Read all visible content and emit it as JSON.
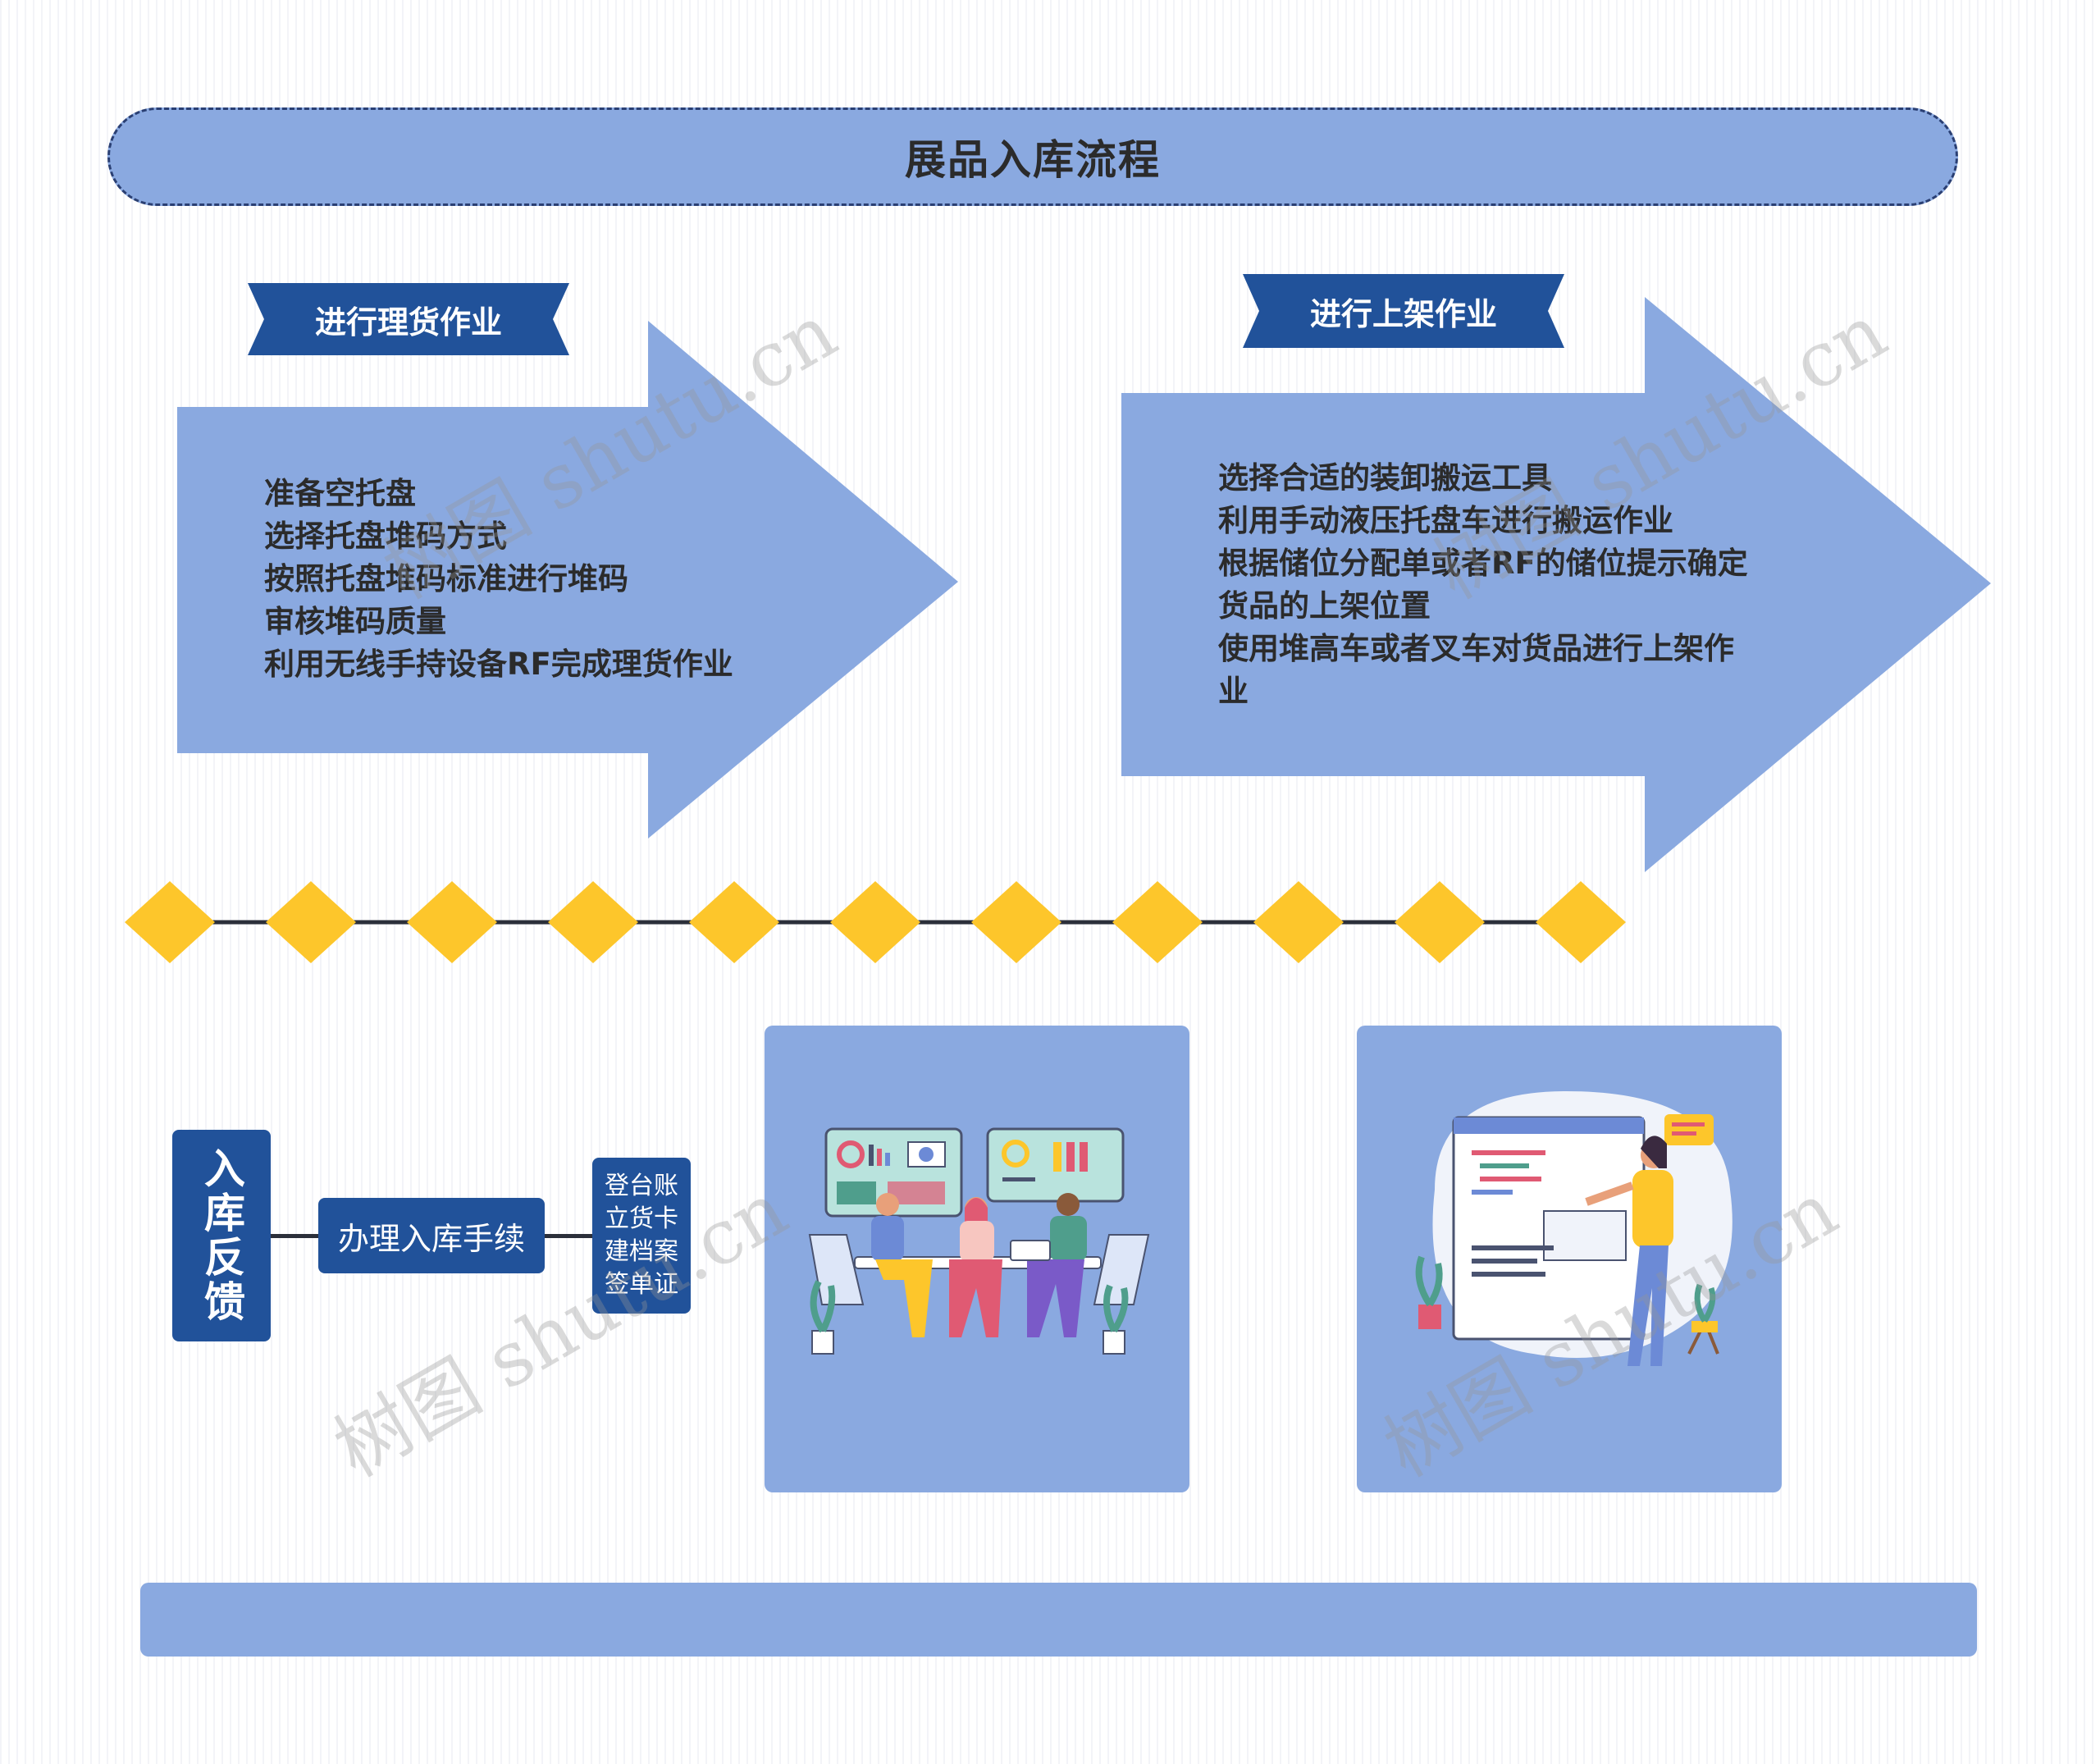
{
  "title": "展品入库流程",
  "arrow1": {
    "label": "进行理货作业",
    "items": [
      "准备空托盘",
      "选择托盘堆码方式",
      "按照托盘堆码标准进行堆码",
      "审核堆码质量",
      "利用无线手持设备RF完成理货作业"
    ]
  },
  "arrow2": {
    "label": "进行上架作业",
    "items": [
      "选择合适的装卸搬运工具",
      "利用手动液压托盘车进行搬运作业",
      "根据储位分配单或者RF的储位提示确定",
      "货品的上架位置",
      "使用堆高车或者叉车对货品进行上架作",
      "业"
    ]
  },
  "feedback": {
    "root": "入库反馈",
    "procedure": "办理入库手续",
    "tasks": [
      "登台账",
      "立货卡",
      "建档案",
      "签单证"
    ]
  },
  "watermark": "树图 shutu.cn",
  "colors": {
    "arrow_fill": "#8aa9e0",
    "ribbon": "#21529a",
    "diamond": "#fdc62b",
    "dark_box": "#21529a"
  }
}
